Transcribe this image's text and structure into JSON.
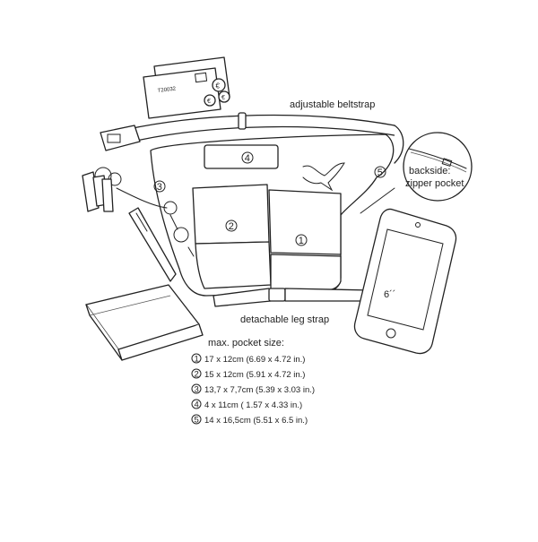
{
  "labels": {
    "belt": "adjustable beltstrap",
    "leg": "detachable leg strap",
    "backside_line1": "backside:",
    "backside_line2": "zipper pocket",
    "phone_size": "6´´",
    "card_number": "T20032",
    "euro": "€"
  },
  "pocket_markers": [
    "1",
    "2",
    "3",
    "4",
    "5"
  ],
  "specs": {
    "title": "max. pocket size:",
    "items": [
      {
        "num": "1",
        "text": "17 x 12cm (6.69 x 4.72 in.)"
      },
      {
        "num": "2",
        "text": "15 x 12cm (5.91 x 4.72 in.)"
      },
      {
        "num": "3",
        "text": "13,7 x 7,7cm (5.39 x 3.03 in.)"
      },
      {
        "num": "4",
        "text": "4 x 11cm ( 1.57 x 4.33 in.)"
      },
      {
        "num": "5",
        "text": "14 x 16,5cm (5.51 x 6.5 in.)"
      }
    ]
  }
}
